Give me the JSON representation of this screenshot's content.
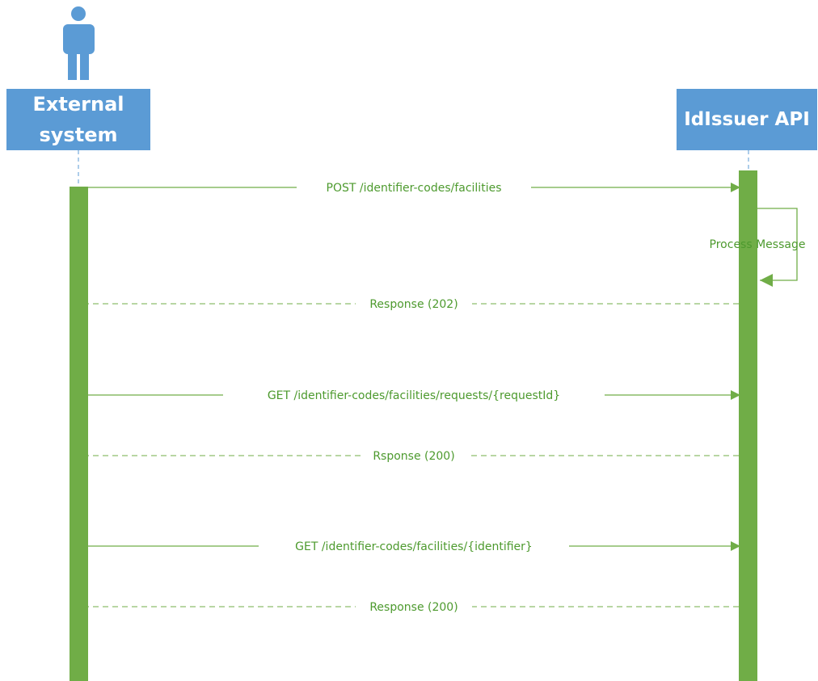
{
  "participants": {
    "external": {
      "label": "External system",
      "kind": "actor"
    },
    "api": {
      "label": "IdIssuer API",
      "kind": "system"
    }
  },
  "messages": [
    {
      "label": "POST /identifier-codes/facilities",
      "from": "external",
      "to": "api",
      "style": "solid"
    },
    {
      "label": "Process Message",
      "from": "api",
      "to": "api",
      "style": "self"
    },
    {
      "label": "Response (202)",
      "from": "api",
      "to": "external",
      "style": "dashed"
    },
    {
      "label": "GET /identifier-codes/facilities/requests/{requestId}",
      "from": "external",
      "to": "api",
      "style": "solid"
    },
    {
      "label": "Rsponse (200)",
      "from": "api",
      "to": "external",
      "style": "dashed"
    },
    {
      "label": "GET /identifier-codes/facilities/{identifier}",
      "from": "external",
      "to": "api",
      "style": "solid"
    },
    {
      "label": "Response (200)",
      "from": "api",
      "to": "external",
      "style": "dashed"
    }
  ],
  "colors": {
    "actor": "#5b9bd5",
    "lifeline": "#5b9bd5",
    "activation": "#70ad47",
    "message": "#70ad47",
    "text": "#4d9a2e"
  }
}
